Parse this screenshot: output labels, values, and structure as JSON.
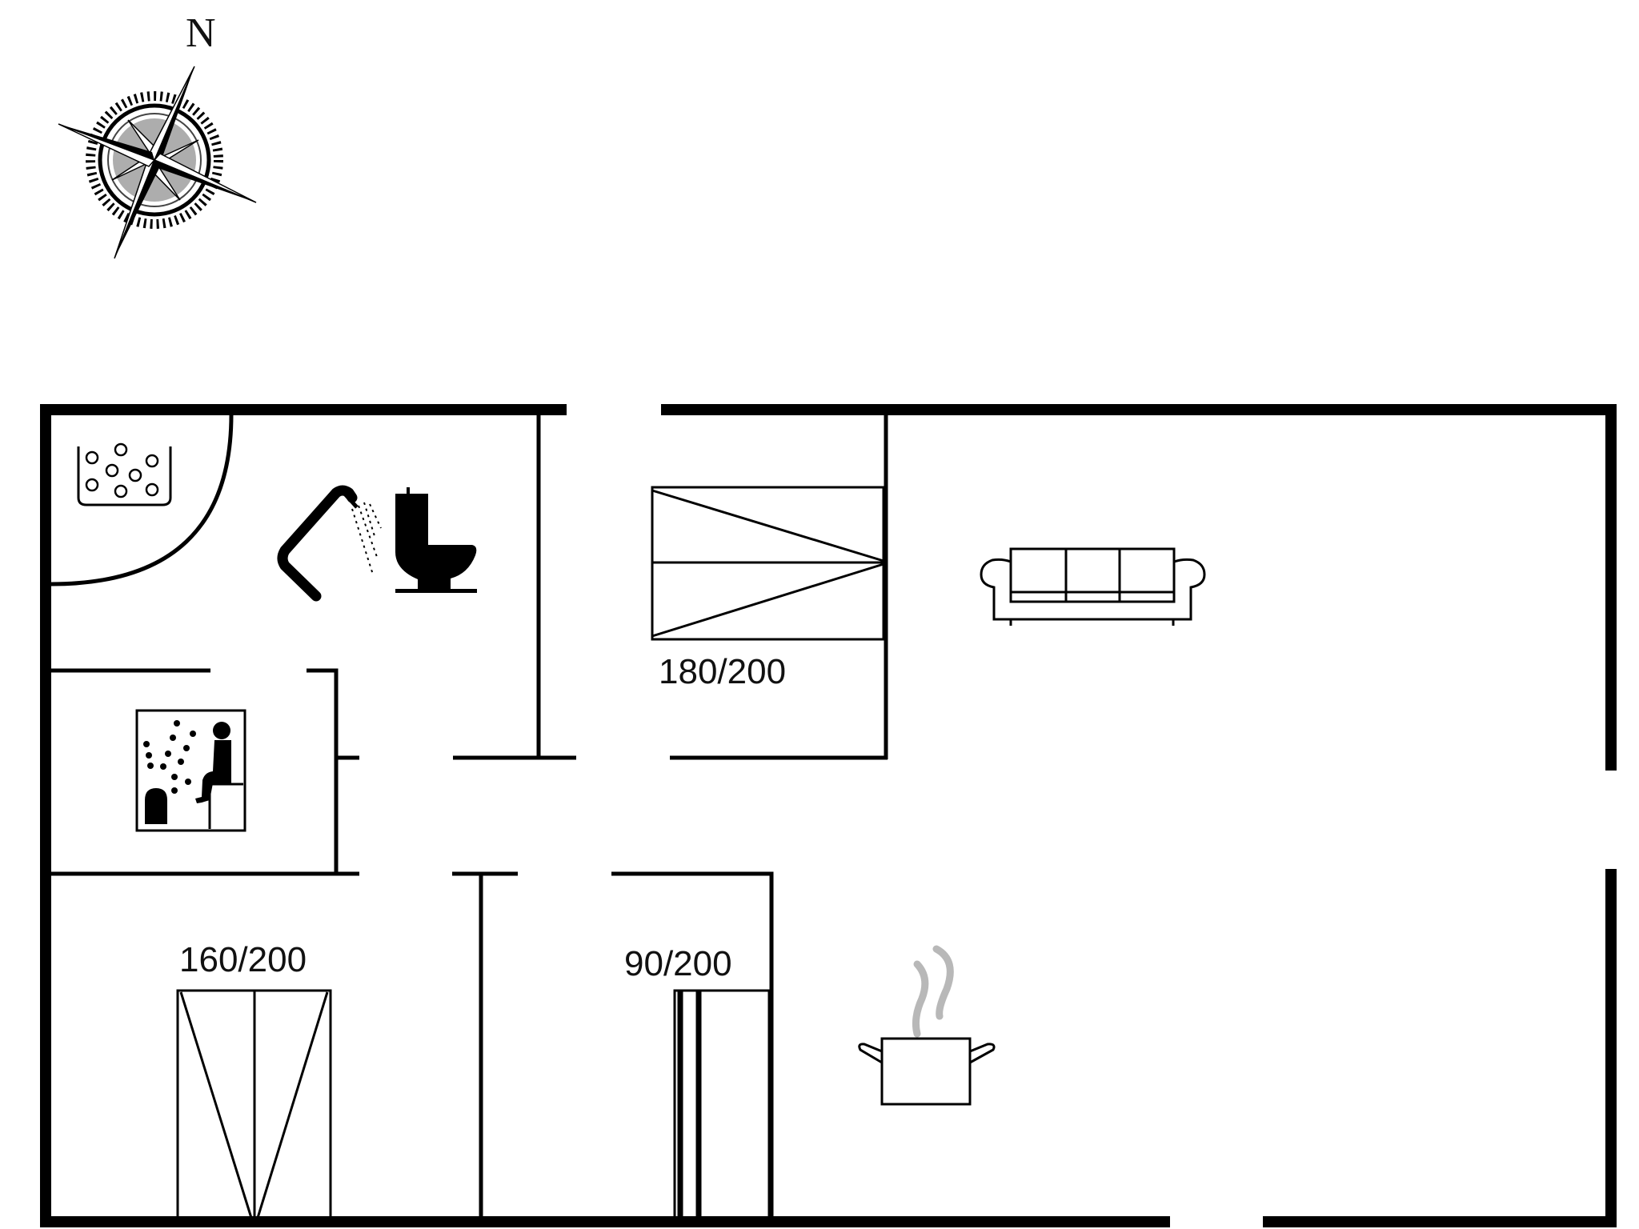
{
  "compass": {
    "north_label": "N",
    "icon": "compass-rose-icon"
  },
  "rooms": {
    "bathroom": {
      "icons": [
        "jacuzzi-icon",
        "hand-shower-icon",
        "toilet-icon"
      ],
      "shower_area": "quarter-circle shower enclosure"
    },
    "sauna": {
      "icon": "sauna-icon"
    },
    "bedroom_1": {
      "bed_label": "180/200",
      "icon": "double-bed-icon"
    },
    "bedroom_2": {
      "bed_label": "160/200",
      "icon": "double-bed-icon"
    },
    "bedroom_3": {
      "bed_label": "90/200",
      "icon": "single-bed-icon"
    },
    "living_room": {
      "icon": "sofa-icon"
    },
    "kitchen": {
      "icon": "cooking-pot-icon"
    }
  },
  "colors": {
    "wall": "#000000",
    "background": "#ffffff",
    "steam": "#b8b8b8"
  }
}
